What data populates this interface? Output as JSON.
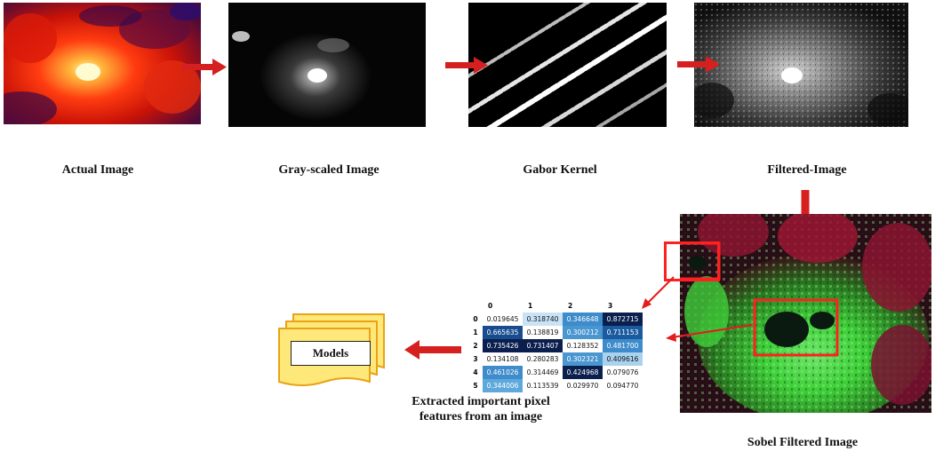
{
  "captions": {
    "actual": "Actual Image",
    "gray": "Gray-scaled Image",
    "gabor": "Gabor Kernel",
    "filtered": "Filtered-Image",
    "sobel": "Sobel Filtered Image",
    "features": "Extracted important pixel features from an image",
    "models": "Models"
  },
  "feature_table": {
    "columns": [
      "0",
      "1",
      "2",
      "3"
    ],
    "rows": [
      {
        "label": "0",
        "values": [
          "0.019645",
          "0.318740",
          "0.346648",
          "0.872715"
        ]
      },
      {
        "label": "1",
        "values": [
          "0.665635",
          "0.138819",
          "0.300212",
          "0.711153"
        ]
      },
      {
        "label": "2",
        "values": [
          "0.735426",
          "0.731407",
          "0.128352",
          "0.481700"
        ]
      },
      {
        "label": "3",
        "values": [
          "0.134108",
          "0.280283",
          "0.302321",
          "0.409616"
        ]
      },
      {
        "label": "4",
        "values": [
          "0.461026",
          "0.314469",
          "0.424968",
          "0.079076"
        ]
      },
      {
        "label": "5",
        "values": [
          "0.344006",
          "0.113539",
          "0.029970",
          "0.094770"
        ]
      }
    ]
  },
  "colors": {
    "arrow": "#d61f1f",
    "models_fill": "#ffe87a",
    "models_stroke": "#e8a317",
    "highlight_box": "#ff2020"
  }
}
